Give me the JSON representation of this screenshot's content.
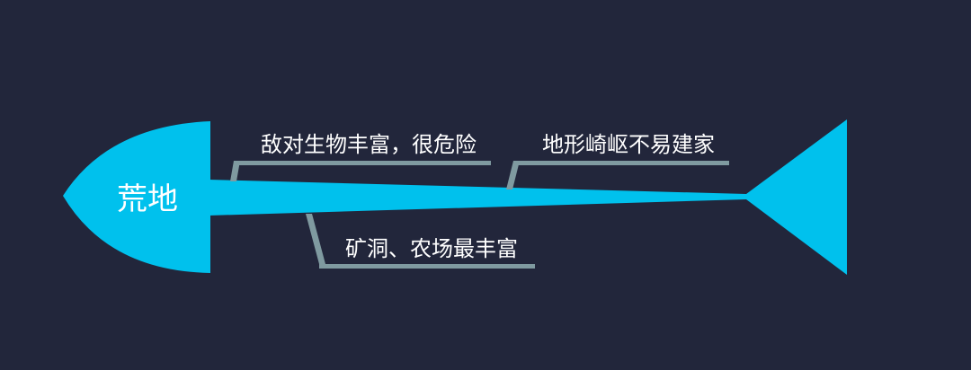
{
  "head": {
    "label": "荒地"
  },
  "causes": [
    {
      "label": "敌对生物丰富，很危险"
    },
    {
      "label": "地形崎岖不易建家"
    },
    {
      "label": "矿洞、农场最丰富"
    }
  ],
  "colors": {
    "background": "#22263b",
    "fish": "#00c1ed",
    "branch": "#7f9aa0",
    "text": "#ffffff"
  }
}
